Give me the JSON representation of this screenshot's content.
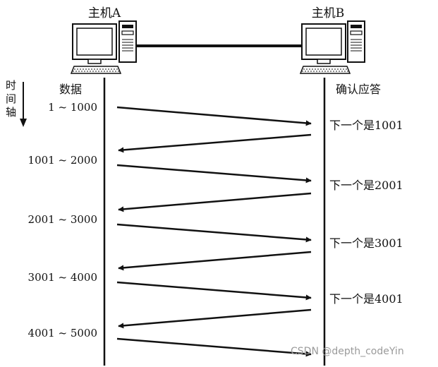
{
  "host_a": {
    "label": "主机A",
    "column_header": "数据"
  },
  "host_b": {
    "label": "主机B",
    "column_header": "确认应答"
  },
  "time_axis": {
    "label": [
      "时",
      "间",
      "轴"
    ]
  },
  "segments": [
    {
      "data": "1 ~ 1000",
      "ack": "下一个是1001"
    },
    {
      "data": "1001 ~ 2000",
      "ack": "下一个是2001"
    },
    {
      "data": "2001 ~ 3000",
      "ack": "下一个是3001"
    },
    {
      "data": "3001 ~ 4000",
      "ack": "下一个是4001"
    },
    {
      "data": "4001 ~ 5000"
    }
  ],
  "watermark": "CSDN @depth_codeYin"
}
